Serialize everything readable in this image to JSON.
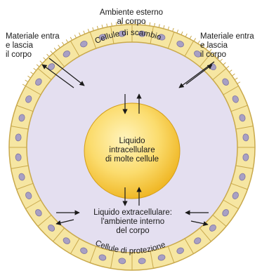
{
  "labels": {
    "external_env": "Ambiente esterno\nal corpo",
    "material_left": "Materiale entra\ne lascia\nil corpo",
    "material_right": "Materiale entra\ne lascia\nil corpo",
    "intracellular": "Liquido\nintracellulare\ndi molte cellule",
    "extracellular": "Liquido extracellulare:\nl'ambiente interno\ndel corpo",
    "exchange_cells": "Cellule di scambio",
    "protection_cells": "Cellule di protezione"
  },
  "colors": {
    "background": "#ffffff",
    "extracellular_fluid": "#e4dff0",
    "cell_layer": "#f6e6a2",
    "cell_outline": "#c9a94c",
    "nucleus": "#a8a0c4",
    "intracellular_fluid": "#f7c945",
    "text": "#1a1a1a"
  }
}
